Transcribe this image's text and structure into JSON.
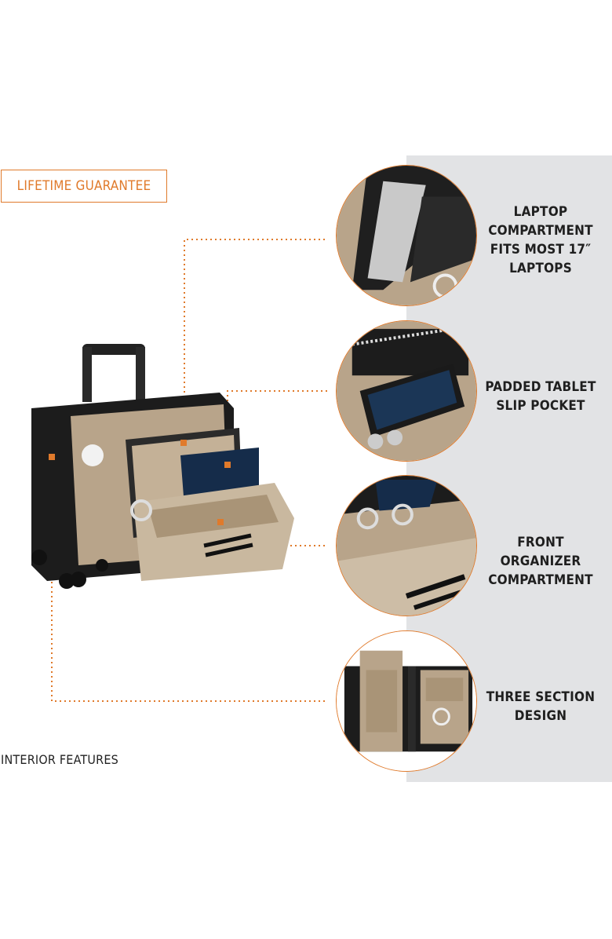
{
  "badge": {
    "label": "LIFETIME GUARANTEE"
  },
  "section": {
    "title": "INTERIOR FEATURES"
  },
  "features": [
    {
      "lines": [
        "LAPTOP",
        "COMPARTMENT",
        "FITS MOST 17″",
        "LAPTOPS"
      ],
      "icon": "laptop-compartment-photo"
    },
    {
      "lines": [
        "PADDED TABLET",
        "SLIP POCKET"
      ],
      "icon": "tablet-pocket-photo"
    },
    {
      "lines": [
        "FRONT ORGANIZER",
        "COMPARTMENT"
      ],
      "icon": "organizer-compartment-photo"
    },
    {
      "lines": [
        "THREE SECTION",
        "DESIGN"
      ],
      "icon": "three-section-photo"
    }
  ],
  "colors": {
    "accent": "#e07a2b",
    "panel": "#e2e3e5",
    "fabric": "#b8a48a",
    "black": "#1c1c1c"
  }
}
